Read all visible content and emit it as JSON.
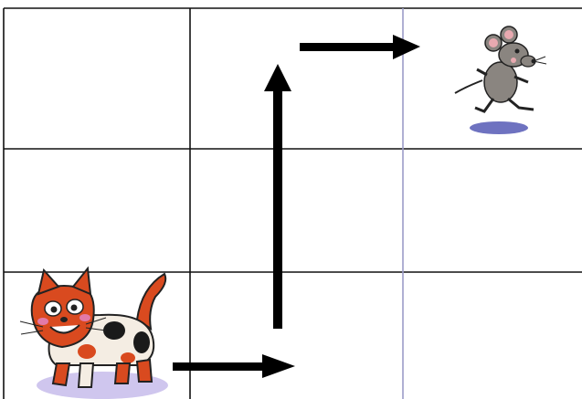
{
  "puzzle": {
    "grid": {
      "rows": 3,
      "columns": 3,
      "line_color": "#111111",
      "accent_line_color": "#9c9cc8"
    },
    "characters": [
      {
        "name": "cat",
        "cell": {
          "row": 3,
          "column": 1
        }
      },
      {
        "name": "mouse",
        "cell": {
          "row": 1,
          "column": 3
        }
      }
    ],
    "path_arrows": [
      {
        "direction": "right",
        "from_cell": {
          "row": 3,
          "column": 1
        },
        "to_cell": {
          "row": 3,
          "column": 2
        }
      },
      {
        "direction": "up",
        "from_cell": {
          "row": 3,
          "column": 2
        },
        "to_cell": {
          "row": 1,
          "column": 2
        }
      },
      {
        "direction": "right",
        "from_cell": {
          "row": 1,
          "column": 2
        },
        "to_cell": {
          "row": 1,
          "column": 3
        }
      }
    ],
    "colors": {
      "arrow": "#000000",
      "cat_body": "#d94a1f",
      "cat_spots": "#1a1a1a",
      "cat_shadow": "#cfc6ee",
      "mouse_body": "#8a8580",
      "mouse_shadow": "#4a4fb0"
    }
  }
}
